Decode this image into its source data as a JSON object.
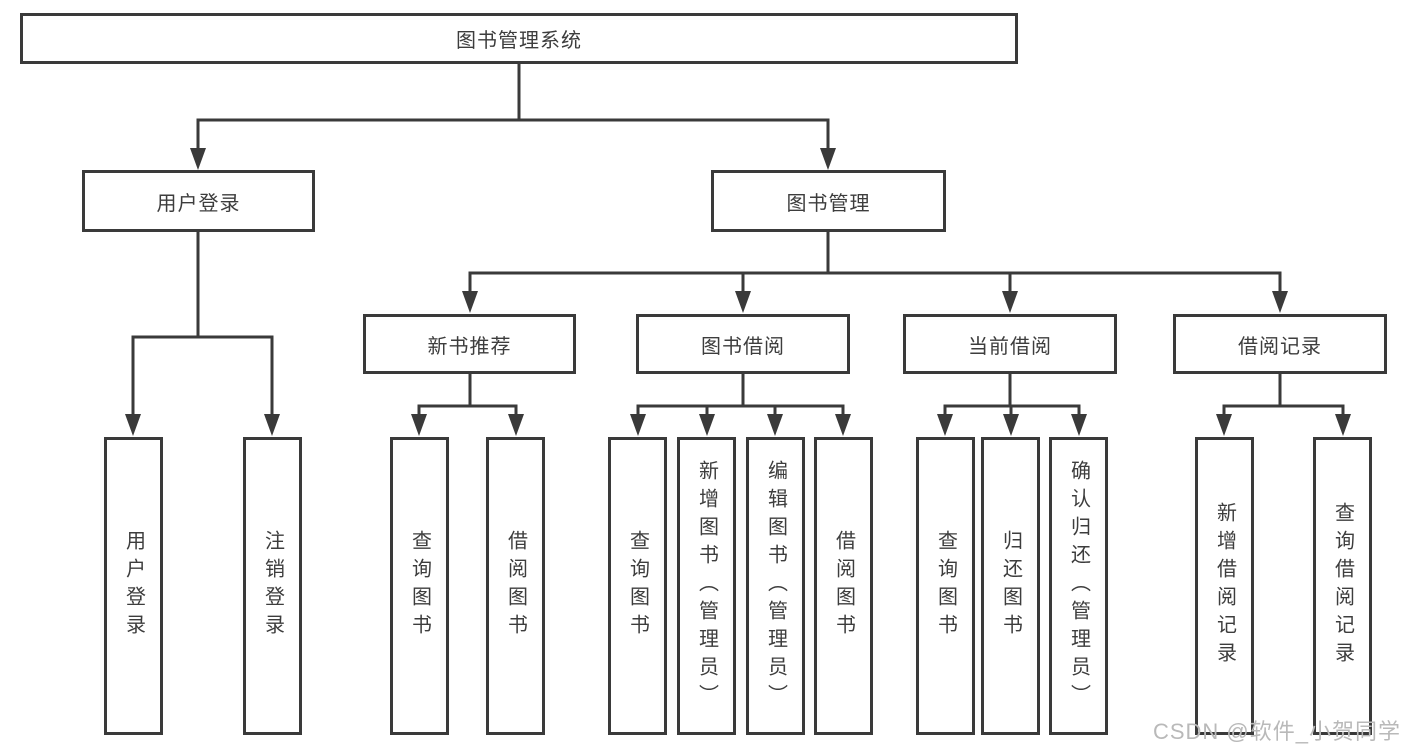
{
  "diagram": {
    "root": {
      "label": "图书管理系统"
    },
    "children": [
      {
        "label": "用户登录",
        "children": [
          {
            "label": "用户登录"
          },
          {
            "label": "注销登录"
          }
        ]
      },
      {
        "label": "图书管理",
        "children": [
          {
            "label": "新书推荐",
            "children": [
              {
                "label": "查询图书"
              },
              {
                "label": "借阅图书"
              }
            ]
          },
          {
            "label": "图书借阅",
            "children": [
              {
                "label": "查询图书"
              },
              {
                "label": "新增图书（管理员）"
              },
              {
                "label": "编辑图书（管理员）"
              },
              {
                "label": "借阅图书"
              }
            ]
          },
          {
            "label": "当前借阅",
            "children": [
              {
                "label": "查询图书"
              },
              {
                "label": "归还图书"
              },
              {
                "label": "确认归还（管理员）"
              }
            ]
          },
          {
            "label": "借阅记录",
            "children": [
              {
                "label": "新增借阅记录"
              },
              {
                "label": "查询借阅记录"
              }
            ]
          }
        ]
      }
    ]
  },
  "watermark": {
    "text": "CSDN @软件_小贺同学"
  },
  "colors": {
    "line": "#3a3a3a",
    "text": "#3d3d3d",
    "watermark": "#b9b9b9",
    "background": "#ffffff"
  }
}
